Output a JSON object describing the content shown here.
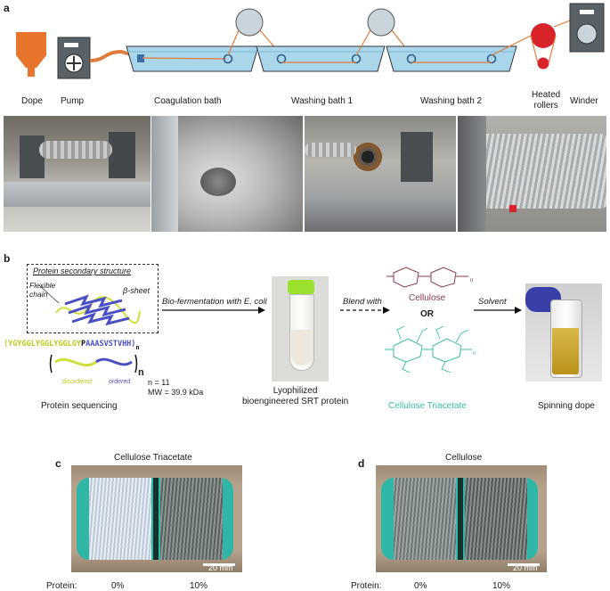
{
  "panels": {
    "a": "a",
    "b": "b",
    "c": "c",
    "d": "d"
  },
  "panel_a": {
    "stations": {
      "dope": "Dope",
      "pump": "Pump",
      "coagulation": "Coagulation bath",
      "washing1": "Washing bath 1",
      "washing2": "Washing bath 2",
      "heated": "Heated\nrollers",
      "winder": "Winder"
    },
    "colors": {
      "dope": "#e8732a",
      "water": "#a9d6ea",
      "roller": "#c9d4db",
      "heated": "#d9232b",
      "line": "#e07b3a"
    }
  },
  "panel_b": {
    "box_title": "Protein secondary structure",
    "flexible": "Flexible\nchain",
    "beta": "β-sheet",
    "seq_yellow": "(YGYGGLYGGLYGGLGY",
    "seq_p": "P",
    "seq_blue": "AAASVSTVHH)",
    "seq_n": "n",
    "disordered": "disordered",
    "ordered": "ordered",
    "n_label": "n",
    "n_value": "n = 11",
    "mw": "MW = 39.9 kDa",
    "protein_sequencing": "Protein sequencing",
    "biofermentation": "Bio-fermentation with E. coli",
    "lyophilized": "Lyophilized\nbioengineered SRT protein",
    "blend": "Blend with",
    "cellulose": "Cellulose",
    "or": "OR",
    "triacetate": "Cellulose Triacetate",
    "solvent": "Solvent",
    "spinning": "Spinning dope",
    "colors": {
      "cellulose": "#8b3a4a",
      "triacetate": "#3dbf9f",
      "yellow": "#cde13a",
      "blue": "#4a4fc4"
    }
  },
  "panel_c": {
    "title": "Cellulose Triacetate",
    "scale": "20 mm",
    "protein_label": "Protein:",
    "pct1": "0%",
    "pct2": "10%"
  },
  "panel_d": {
    "title": "Cellulose",
    "scale": "20 mm",
    "protein_label": "Protein:",
    "pct1": "0%",
    "pct2": "10%"
  }
}
